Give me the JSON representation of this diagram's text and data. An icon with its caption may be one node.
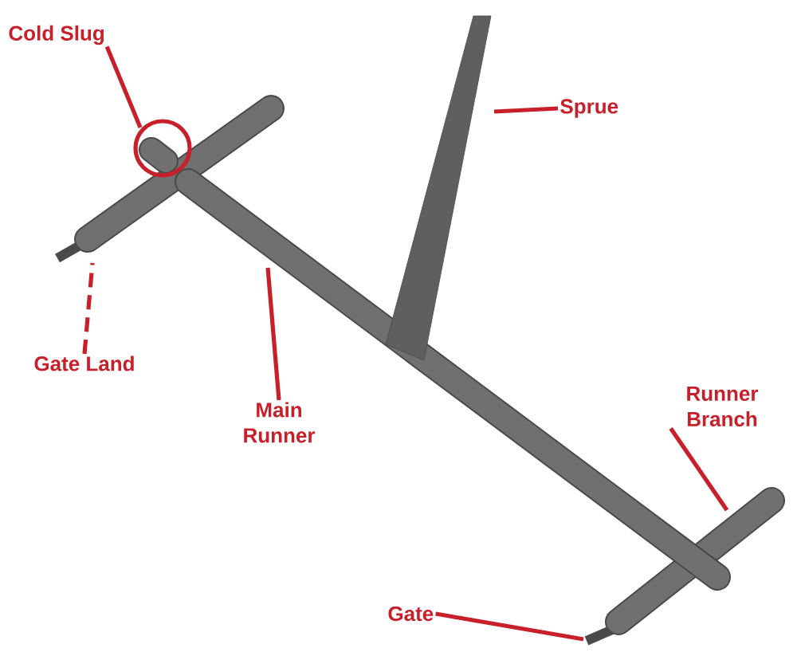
{
  "diagram": {
    "nodes": [
      {
        "text": [
          "Cold Slug"
        ]
      },
      {
        "text": [
          "Sprue"
        ]
      },
      {
        "text": [
          "Gate Land"
        ]
      },
      {
        "text": [
          "Main Runner"
        ]
      },
      {
        "text": [
          "Runner Branch"
        ]
      },
      {
        "text": [
          "Gate"
        ]
      }
    ],
    "edges": [
      {
        "from": 0,
        "to": null,
        "arrow": "none"
      },
      {
        "from": 1,
        "to": null,
        "arrow": "none"
      },
      {
        "from": 2,
        "to": null,
        "arrow": "none",
        "style": "dashed"
      },
      {
        "from": 3,
        "to": null,
        "arrow": "none"
      },
      {
        "from": 4,
        "to": null,
        "arrow": "none"
      },
      {
        "from": 5,
        "to": null,
        "arrow": "none"
      }
    ]
  }
}
